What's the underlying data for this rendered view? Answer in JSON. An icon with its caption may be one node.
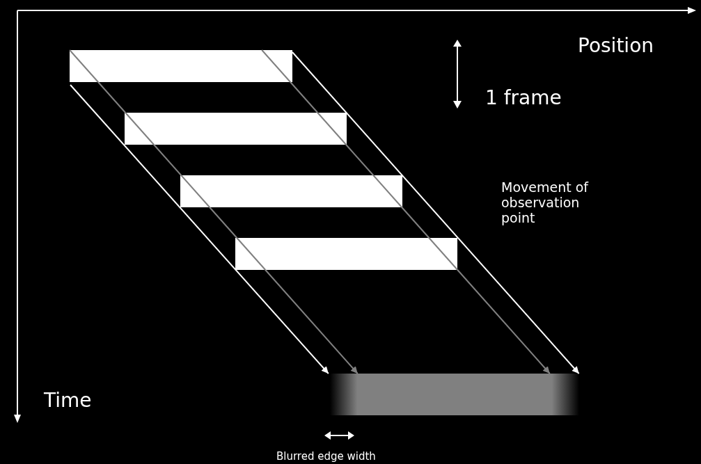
{
  "diagram": {
    "nodes": [
      {
        "text": [],
        "shape": "bar"
      },
      {
        "text": [],
        "shape": "bar"
      },
      {
        "text": [],
        "shape": "bar"
      },
      {
        "text": [],
        "shape": "bar"
      },
      {
        "text": [],
        "shape": "bar"
      }
    ],
    "edges": [
      {
        "from": 0,
        "to": 4,
        "arrow": "to",
        "color": "#ffffff"
      },
      {
        "from": 0,
        "to": 1,
        "arrow": "none"
      },
      {
        "from": 1,
        "to": 2,
        "arrow": "none"
      },
      {
        "from": 2,
        "to": 3,
        "arrow": "none"
      },
      {
        "from": 3,
        "to": 4,
        "arrow": "to"
      },
      {
        "from": 0,
        "to": 1,
        "arrow": "none"
      },
      {
        "from": 1,
        "to": 2,
        "arrow": "none"
      },
      {
        "from": 2,
        "to": 3,
        "arrow": "none"
      },
      {
        "from": 3,
        "to": 4,
        "arrow": "to"
      },
      {
        "from": 0,
        "to": 4,
        "arrow": "to",
        "color": "#ffffff"
      }
    ],
    "labels": [
      "Position",
      "1 frame",
      "Movement of observation point",
      "Time",
      "Blurred edge width"
    ]
  }
}
